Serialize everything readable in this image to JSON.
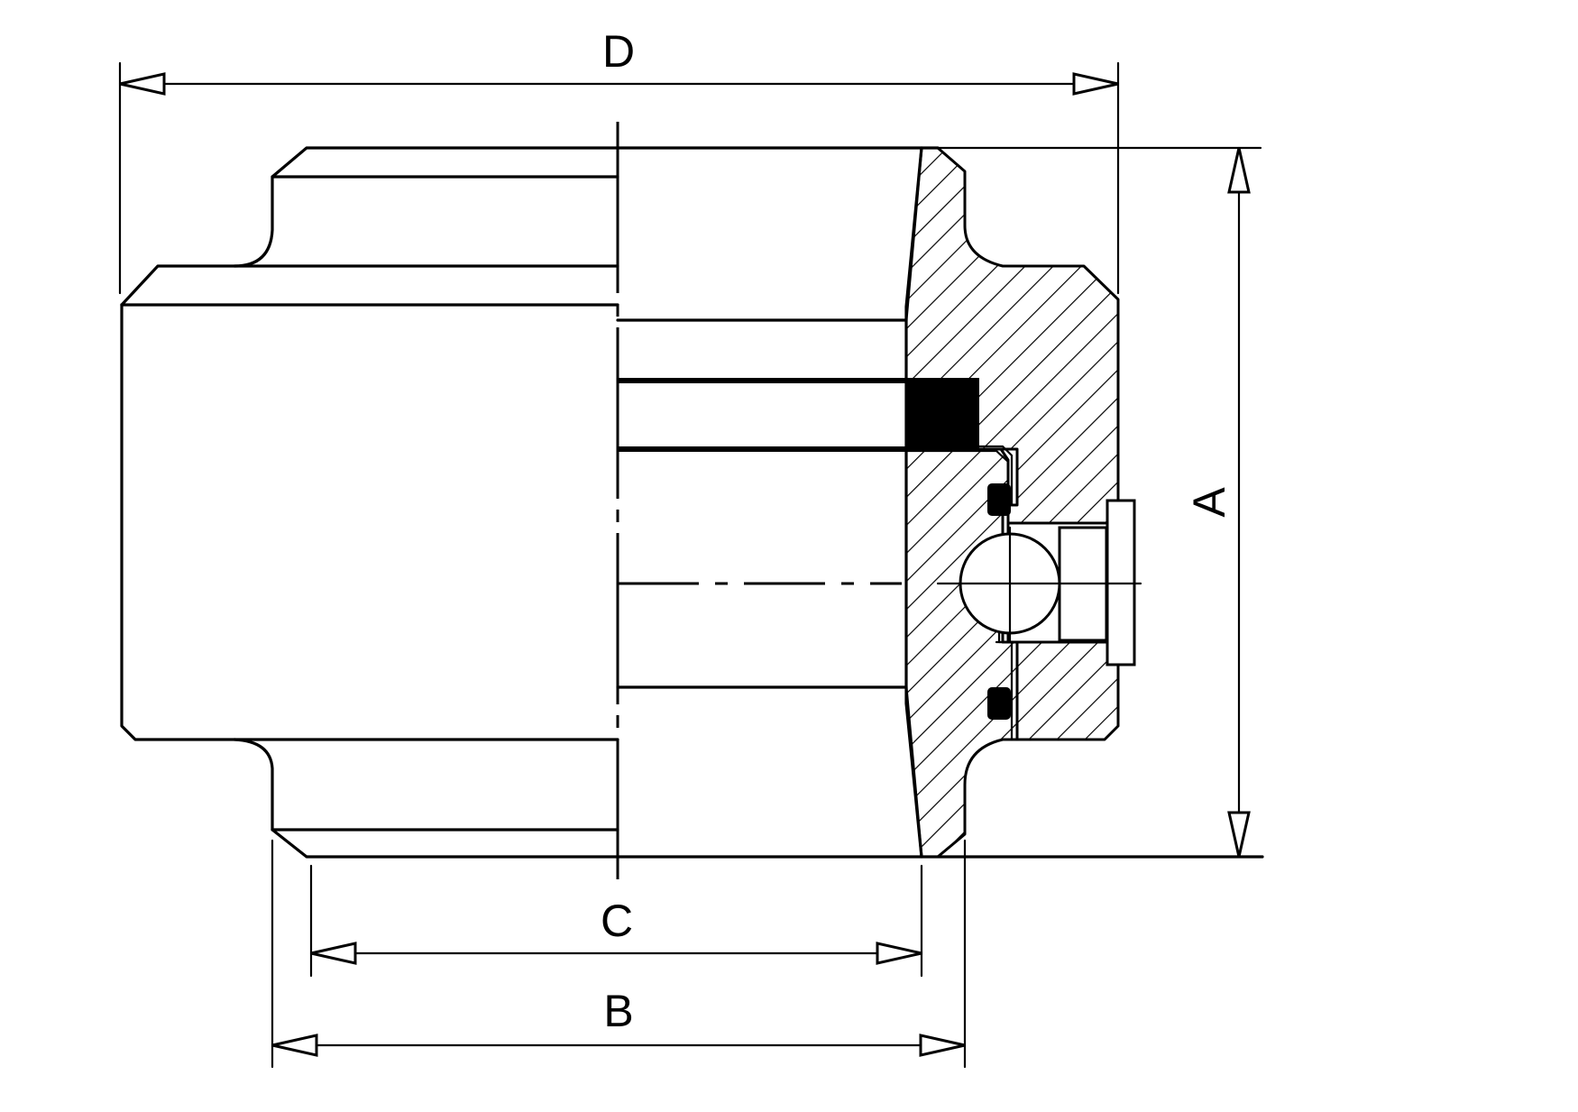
{
  "dimensions": {
    "A": "A",
    "B": "B",
    "C": "C",
    "D": "D"
  },
  "colors": {
    "line": "#000000",
    "background": "#ffffff"
  }
}
